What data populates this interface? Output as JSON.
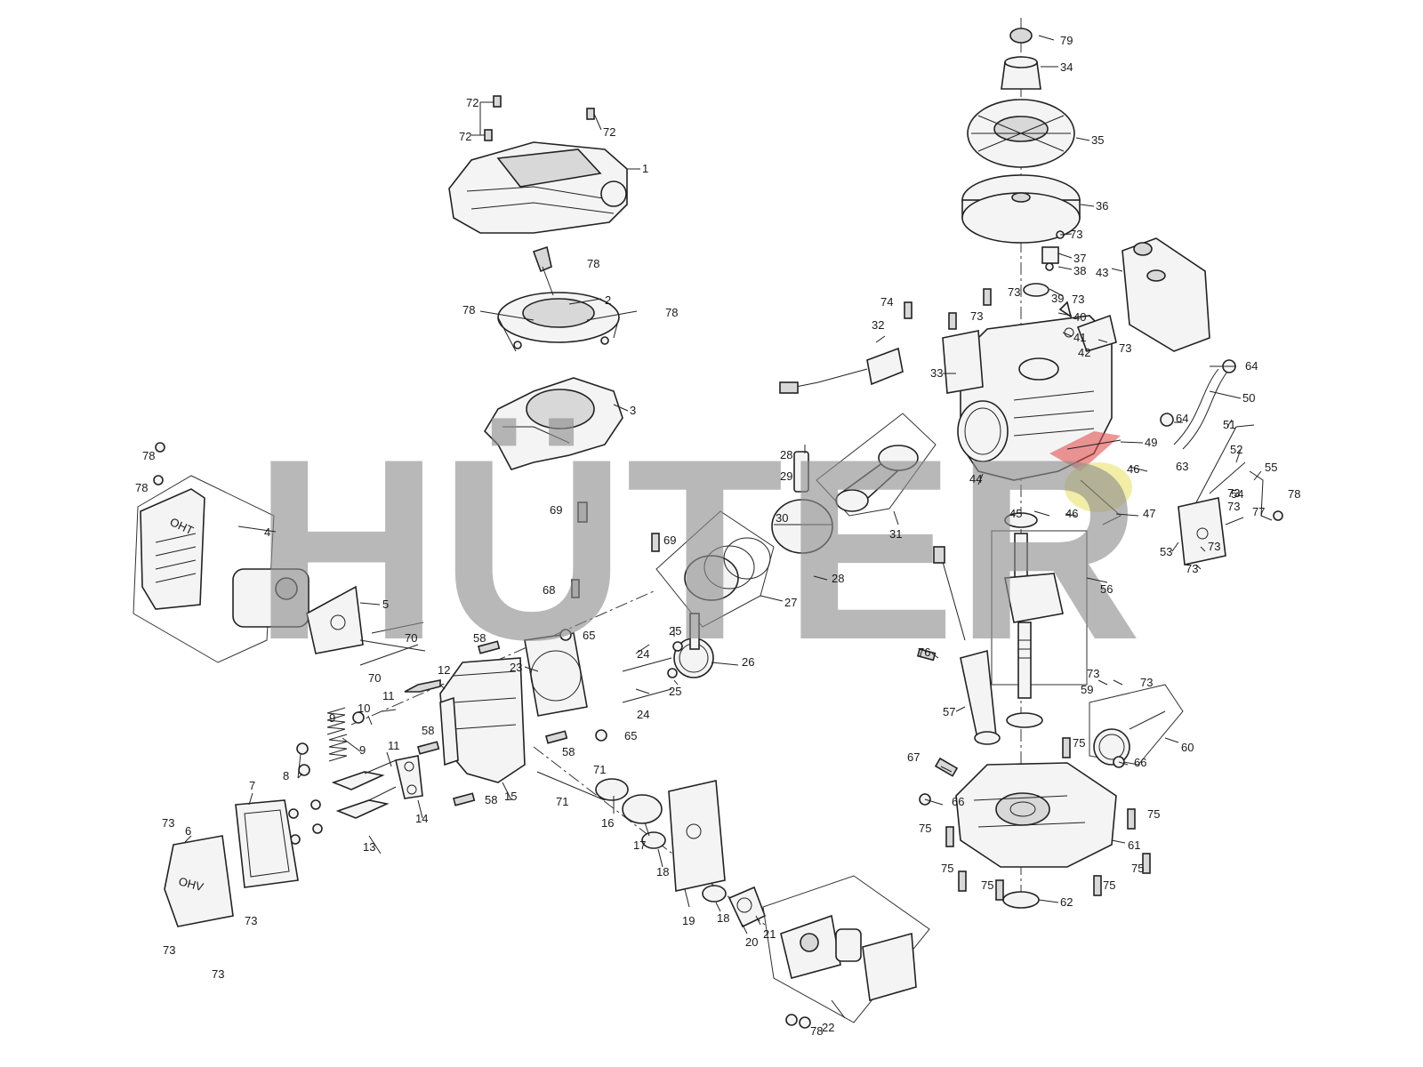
{
  "watermark": "HÜTER",
  "cover_text_oht": "OHT",
  "valve_cover_text": "OHV",
  "labels": {
    "l1": "1",
    "l2": "2",
    "l3": "3",
    "l4": "4",
    "l5": "5",
    "l6": "6",
    "l7": "7",
    "l8": "8",
    "l9a": "9",
    "l9b": "9",
    "l10": "10",
    "l11a": "11",
    "l11b": "11",
    "l12": "12",
    "l13": "13",
    "l14": "14",
    "l15": "15",
    "l16": "16",
    "l17": "17",
    "l18a": "18",
    "l18b": "18",
    "l19": "19",
    "l20": "20",
    "l21": "21",
    "l22": "22",
    "l23": "23",
    "l24a": "24",
    "l24b": "24",
    "l25a": "25",
    "l25b": "25",
    "l26": "26",
    "l27": "27",
    "l28a": "28",
    "l28b": "28",
    "l29": "29",
    "l30": "30",
    "l31": "31",
    "l32": "32",
    "l33": "33",
    "l34": "34",
    "l35": "35",
    "l36": "36",
    "l37": "37",
    "l38": "38",
    "l39": "39",
    "l40": "40",
    "l41": "41",
    "l42": "42",
    "l43": "43",
    "l44": "44",
    "l45": "45",
    "l46a": "46",
    "l46b": "46",
    "l47": "47",
    "l49": "49",
    "l50": "50",
    "l51": "51",
    "l52": "52",
    "l53": "53",
    "l54": "54",
    "l55": "55",
    "l56": "56",
    "l57": "57",
    "l58a": "58",
    "l58b": "58",
    "l58c": "58",
    "l58d": "58",
    "l59": "59",
    "l60": "60",
    "l61": "61",
    "l62": "62",
    "l63": "63",
    "l64a": "64",
    "l64b": "64",
    "l65a": "65",
    "l65b": "65",
    "l66a": "66",
    "l66b": "66",
    "l67": "67",
    "l68": "68",
    "l69a": "69",
    "l69b": "69",
    "l70a": "70",
    "l70b": "70",
    "l71a": "71",
    "l71b": "71",
    "l72a": "72",
    "l72b": "72",
    "l72c": "72",
    "l73a": "73",
    "l73b": "73",
    "l73c": "73",
    "l73d": "73",
    "l73e": "73",
    "l73f": "73",
    "l73g": "73",
    "l73h": "73",
    "l73i": "73",
    "l73j": "73",
    "l73k": "73",
    "l73l": "73",
    "l73m": "73",
    "l73n": "73",
    "l73o": "73",
    "l74": "74",
    "l75a": "75",
    "l75b": "75",
    "l75c": "75",
    "l75d": "75",
    "l75e": "75",
    "l75f": "75",
    "l75g": "75",
    "l76": "76",
    "l77": "77",
    "l78a": "78",
    "l78b": "78",
    "l78c": "78",
    "l78d": "78",
    "l78e": "78",
    "l78f": "78",
    "l78g": "78",
    "l79": "79"
  }
}
